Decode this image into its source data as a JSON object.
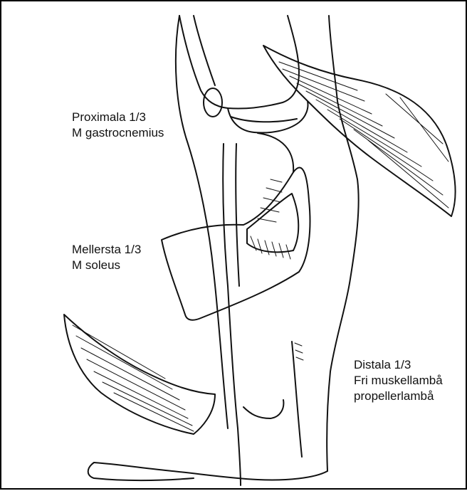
{
  "labels": {
    "proximal": {
      "line1": "Proximala 1/3",
      "line2": "M gastrocnemius"
    },
    "middle": {
      "line1": "Mellersta 1/3",
      "line2": "M soleus"
    },
    "distal": {
      "line1": "Distala 1/3",
      "line2": "Fri muskellambå",
      "line3": "propellerlambå"
    }
  },
  "colors": {
    "line": "#111111",
    "background": "#ffffff",
    "border": "#000000"
  }
}
